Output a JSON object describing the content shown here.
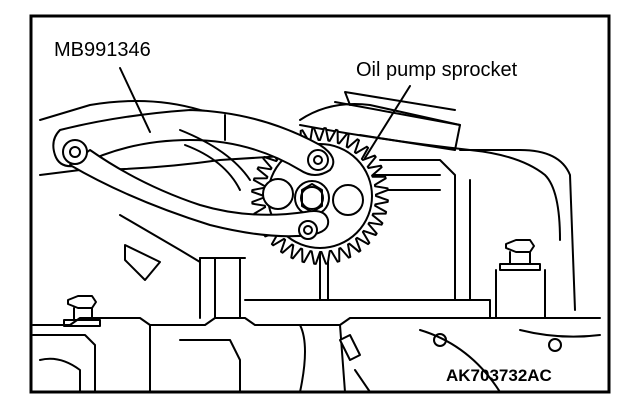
{
  "labels": {
    "tool": "MB991346",
    "sprocket": "Oil pump sprocket",
    "code": "AK703732AC"
  },
  "colors": {
    "line": "#000000",
    "background": "#ffffff"
  }
}
